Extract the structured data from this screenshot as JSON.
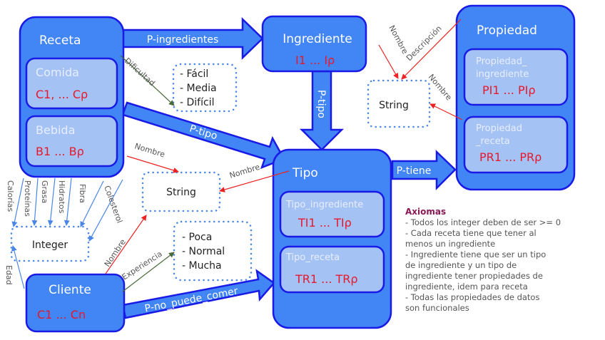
{
  "colors": {
    "class_fill": "#4285f4",
    "class_stroke": "#1a1ae6",
    "subclass_fill": "#a4c2f4",
    "instance_text": "#e8182c",
    "datatype_border": "#4a86e8",
    "red_edge": "#ee2222",
    "green_edge": "#4a6a3a",
    "blue_edge": "#4a86e8",
    "axiom_title": "#8a1a55"
  },
  "classes": {
    "receta": {
      "title": "Receta",
      "subclasses": [
        {
          "title": "Comida",
          "instances": "C1, ... Cρ"
        },
        {
          "title": "Bebida",
          "instances": "B1 ... Bρ"
        }
      ]
    },
    "ingrediente": {
      "title": "Ingrediente",
      "instances": "I1 ... Iρ"
    },
    "propiedad": {
      "title": "Propiedad",
      "subclasses": [
        {
          "title_line1": "Propiedad_",
          "title_line2": "ingrediente",
          "instances": "PI1 ... PIρ"
        },
        {
          "title_line1": "Propiedad",
          "title_line2": "_receta",
          "instances": "PR1 ... PRρ"
        }
      ]
    },
    "tipo": {
      "title": "Tipo",
      "subclasses": [
        {
          "title": "Tipo_ingrediente",
          "instances": "TI1 ... TIρ"
        },
        {
          "title": "Tipo_receta",
          "instances": "TR1 ... TRρ"
        }
      ]
    },
    "cliente": {
      "title": "Cliente",
      "instances": "C1 ... Cn"
    }
  },
  "object_properties": {
    "p_ingredientes": "P-ingredientes",
    "p_tipo_receta": "P-tipo",
    "p_tipo_ingrediente": "P-tipo",
    "p_tiene": "P-tiene",
    "p_no_puede_comer": "P-no_puede_comer"
  },
  "datatypes": {
    "string_center": "String",
    "string_right": "String",
    "integer": "Integer",
    "dificultad_values": [
      "- Fácil",
      "- Media",
      "- Difícil"
    ],
    "experiencia_values": [
      "- Poca",
      "- Normal",
      "- Mucha"
    ]
  },
  "data_properties": {
    "dificultad": "Dificultad",
    "nombre_receta": "Nombre",
    "nombre_tipo": "Nombre",
    "nombre_cliente": "Nombre",
    "experiencia": "Experiencia",
    "edad": "Edad",
    "calorias": "Calorías",
    "proteinas": "Proteínas",
    "grasa": "Grasa",
    "hidratos": "Hidratos",
    "fibra": "Fibra",
    "colesterol": "Colesterol",
    "nombre_ingrediente": "Nombre",
    "descripcion": "Descripción",
    "nombre_propiedad": "Nombre"
  },
  "axiomas": {
    "title": "Axiomas",
    "lines": [
      "- Todos los integer deben de ser >= 0",
      "- Cada receta tiene que tener al",
      "menos un ingrediente",
      "- Ingrediente tiene que ser un tipo",
      "de ingrediente y un tipo de",
      "ingrediente tener propiedades de",
      "ingrediente, idem para receta",
      "- Todas las propiedades de datos",
      "son funcionales"
    ]
  }
}
